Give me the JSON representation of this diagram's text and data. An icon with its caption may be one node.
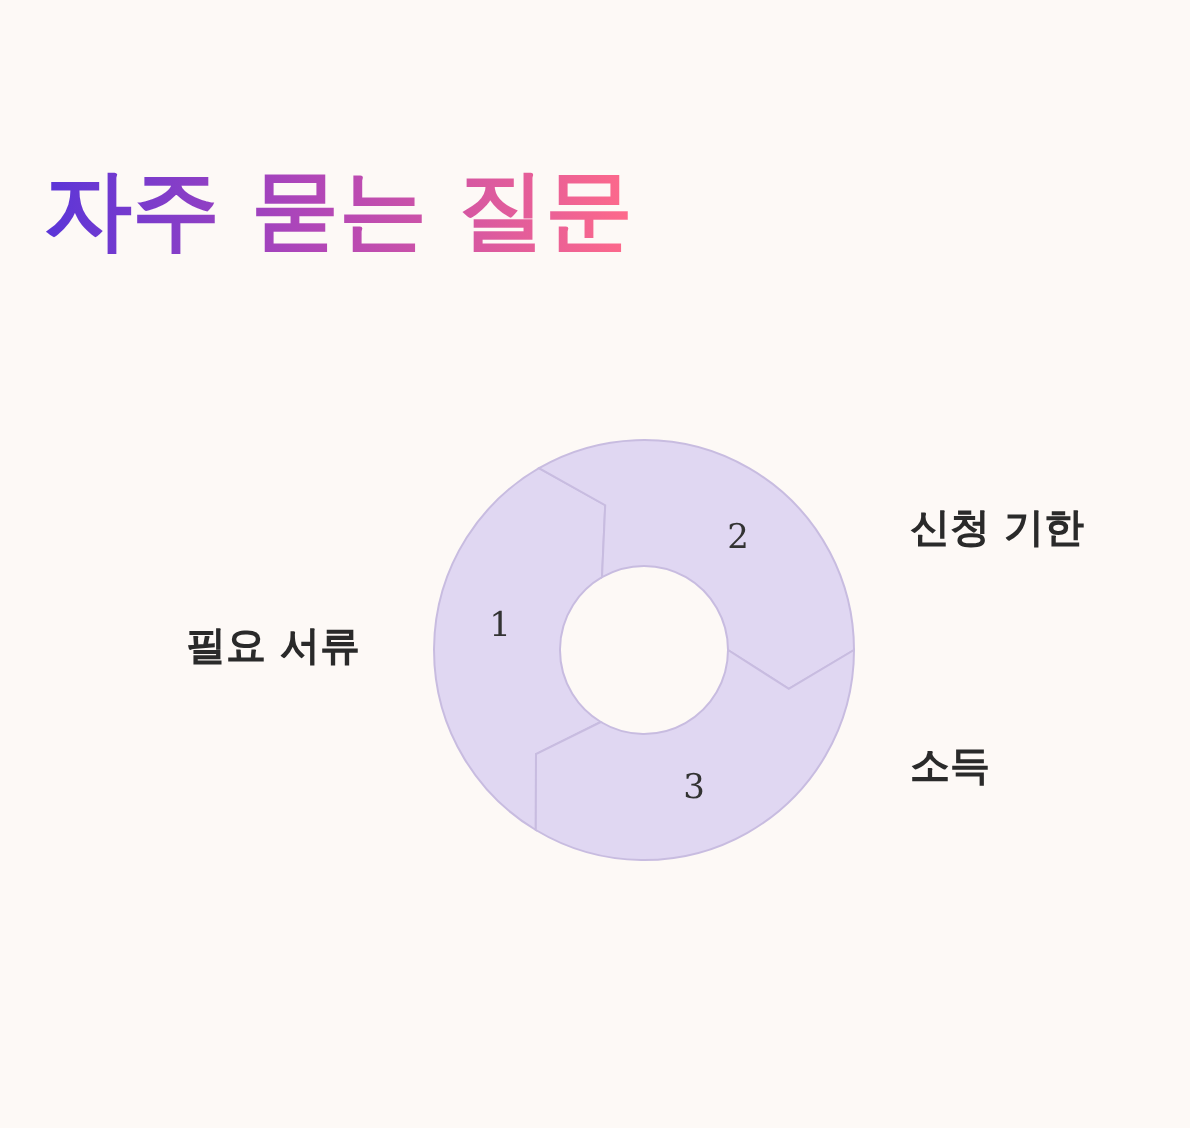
{
  "diagram": {
    "title": "자주 묻는 질문",
    "nodes": [
      {
        "text": [
          "1"
        ],
        "beside": [
          "필요 서류"
        ]
      },
      {
        "text": [
          "2"
        ],
        "beside": [
          "신청 기한"
        ]
      },
      {
        "text": [
          "3"
        ],
        "beside": [
          "소득"
        ]
      }
    ]
  }
}
